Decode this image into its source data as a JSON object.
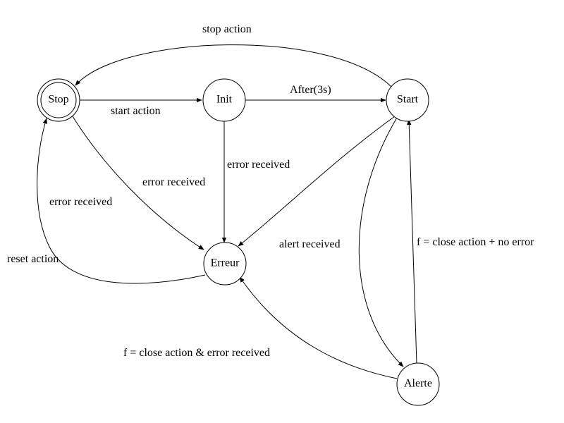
{
  "diagram": {
    "type": "state-machine",
    "nodes": [
      {
        "id": "stop",
        "label": "Stop",
        "initial": true
      },
      {
        "id": "init",
        "label": "Init"
      },
      {
        "id": "start",
        "label": "Start"
      },
      {
        "id": "erreur",
        "label": "Erreur"
      },
      {
        "id": "alerte",
        "label": "Alerte"
      }
    ],
    "edges": [
      {
        "id": "stop-init",
        "from": "stop",
        "to": "init",
        "label": "start action"
      },
      {
        "id": "init-start",
        "from": "init",
        "to": "start",
        "label": "After(3s)"
      },
      {
        "id": "start-stop",
        "from": "start",
        "to": "stop",
        "label": "stop action"
      },
      {
        "id": "init-erreur",
        "from": "init",
        "to": "erreur",
        "label": "error received"
      },
      {
        "id": "stop-erreur",
        "from": "stop",
        "to": "erreur",
        "label": "error received"
      },
      {
        "id": "start-erreur",
        "from": "start",
        "to": "erreur",
        "label": "error received"
      },
      {
        "id": "erreur-stop",
        "from": "erreur",
        "to": "stop",
        "label": "reset action"
      },
      {
        "id": "start-alerte",
        "from": "start",
        "to": "alerte",
        "label": "alert received"
      },
      {
        "id": "alerte-start",
        "from": "alerte",
        "to": "start",
        "label": "f = close action + no error"
      },
      {
        "id": "alerte-erreur",
        "from": "alerte",
        "to": "erreur",
        "label": "f = close action & error received"
      }
    ],
    "colors": {
      "stroke": "#000000",
      "background": "#ffffff"
    }
  }
}
